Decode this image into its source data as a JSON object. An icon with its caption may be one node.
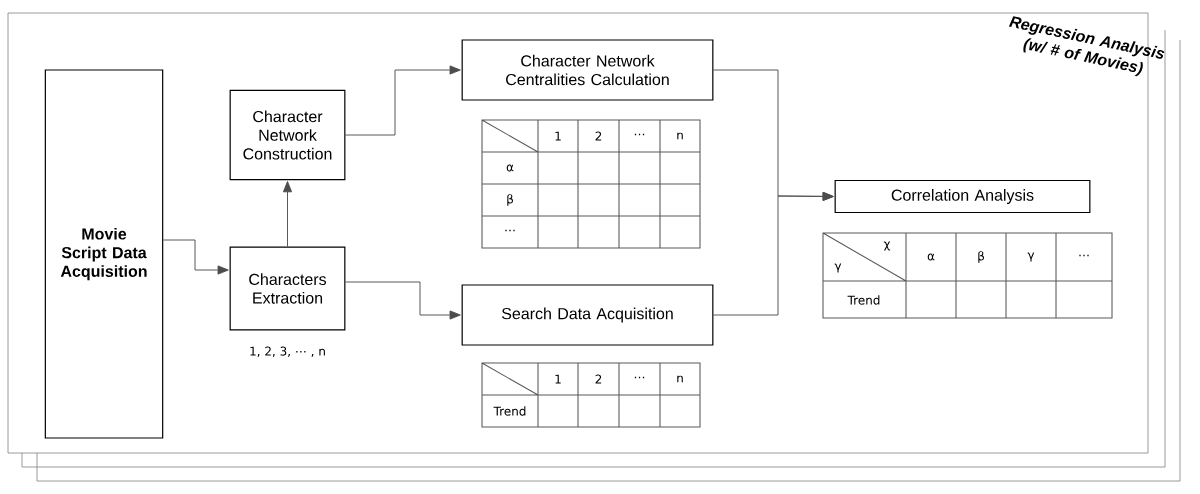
{
  "diagram": {
    "title": "Regression Analysis (w/ # of Movies)",
    "nodes": [
      {
        "text": [
          "Movie Script Data Acquisition"
        ]
      },
      {
        "text": [
          "Character Network Construction"
        ]
      },
      {
        "text": [
          "Characters Extraction"
        ],
        "beside": [
          "1, 2, 3, ⋯ , n"
        ]
      },
      {
        "text": [
          "Character Network Centralities Calculation"
        ]
      },
      {
        "text": [
          "Search Data Acquisition"
        ]
      },
      {
        "text": [
          "Correlation Analysis"
        ]
      }
    ],
    "edges": [
      {
        "from": 0,
        "to": 2,
        "arrow": "to"
      },
      {
        "from": 2,
        "to": 1,
        "arrow": "to"
      },
      {
        "from": 1,
        "to": 3,
        "arrow": "to"
      },
      {
        "from": 2,
        "to": 4,
        "arrow": "to"
      },
      {
        "from": 3,
        "to": 5,
        "arrow": "to"
      },
      {
        "from": 4,
        "to": 5,
        "arrow": "to"
      }
    ],
    "labels": [
      "1",
      "2",
      "⋯",
      "n",
      "α",
      "β",
      "⋯",
      "1",
      "2",
      "⋯",
      "n",
      "Trend",
      "χ",
      "γ",
      "α",
      "β",
      "γ",
      "⋯",
      "Trend"
    ]
  }
}
